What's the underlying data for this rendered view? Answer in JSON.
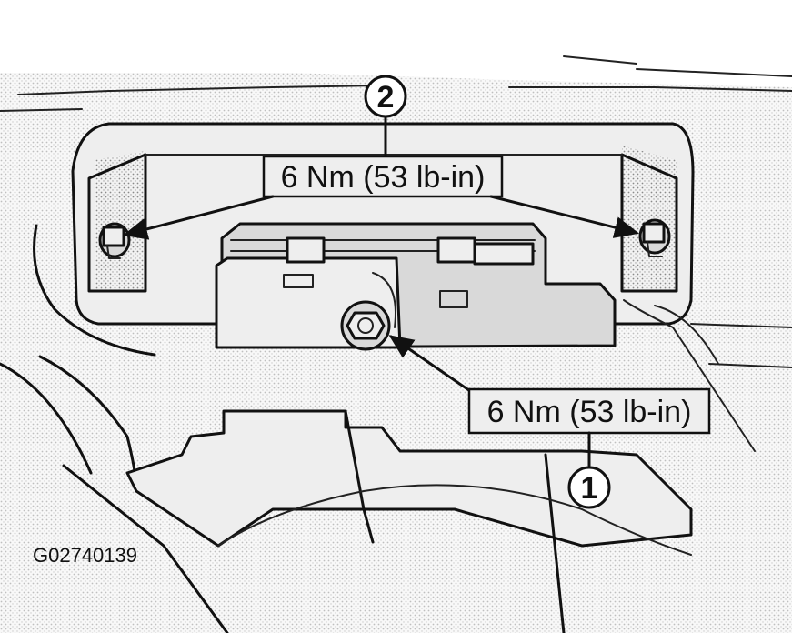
{
  "callouts": [
    {
      "number": "2",
      "torque": "6 Nm (53 lb-in)"
    },
    {
      "number": "1",
      "torque": "6 Nm (53 lb-in)"
    }
  ],
  "figure_id": "G02740139"
}
